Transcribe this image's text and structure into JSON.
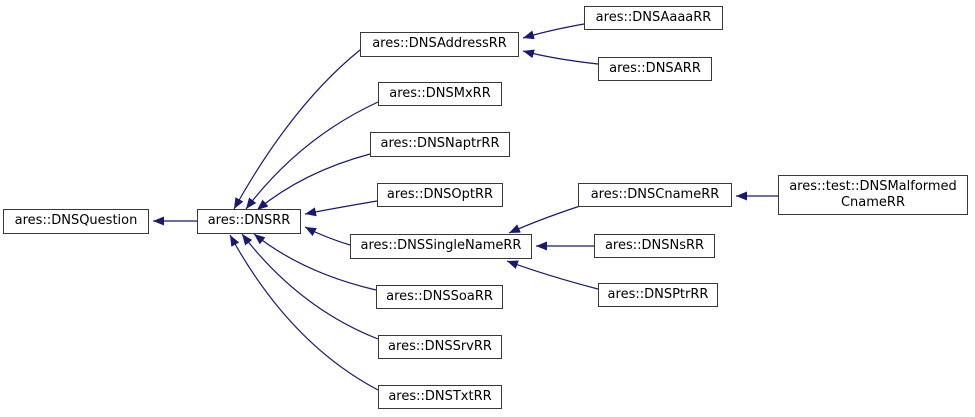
{
  "diagram": {
    "type": "class-inheritance-graph",
    "colors": {
      "arrow": "#191970",
      "box_border": "#383838",
      "box_background": "#ffffff",
      "text": "#000000",
      "page_background": "#ffffff"
    },
    "nodes": [
      {
        "id": "q",
        "label": "ares::DNSQuestion"
      },
      {
        "id": "rr",
        "label": "ares::DNSRR"
      },
      {
        "id": "addr",
        "label": "ares::DNSAddressRR"
      },
      {
        "id": "aaaa",
        "label": "ares::DNSAaaaRR"
      },
      {
        "id": "a",
        "label": "ares::DNSARR"
      },
      {
        "id": "mx",
        "label": "ares::DNSMxRR"
      },
      {
        "id": "naptr",
        "label": "ares::DNSNaptrRR"
      },
      {
        "id": "opt",
        "label": "ares::DNSOptRR"
      },
      {
        "id": "single",
        "label": "ares::DNSSingleNameRR"
      },
      {
        "id": "cname",
        "label": "ares::DNSCnameRR"
      },
      {
        "id": "malformed",
        "label": "ares::test::DNSMalformed\nCnameRR"
      },
      {
        "id": "ns",
        "label": "ares::DNSNsRR"
      },
      {
        "id": "ptr",
        "label": "ares::DNSPtrRR"
      },
      {
        "id": "soa",
        "label": "ares::DNSSoaRR"
      },
      {
        "id": "srv",
        "label": "ares::DNSSrvRR"
      },
      {
        "id": "txt",
        "label": "ares::DNSTxtRR"
      }
    ],
    "edges": [
      {
        "from": "rr",
        "to": "q"
      },
      {
        "from": "addr",
        "to": "rr"
      },
      {
        "from": "mx",
        "to": "rr"
      },
      {
        "from": "naptr",
        "to": "rr"
      },
      {
        "from": "opt",
        "to": "rr"
      },
      {
        "from": "single",
        "to": "rr"
      },
      {
        "from": "soa",
        "to": "rr"
      },
      {
        "from": "srv",
        "to": "rr"
      },
      {
        "from": "txt",
        "to": "rr"
      },
      {
        "from": "aaaa",
        "to": "addr"
      },
      {
        "from": "a",
        "to": "addr"
      },
      {
        "from": "cname",
        "to": "single"
      },
      {
        "from": "ns",
        "to": "single"
      },
      {
        "from": "ptr",
        "to": "single"
      },
      {
        "from": "malformed",
        "to": "cname"
      }
    ]
  }
}
